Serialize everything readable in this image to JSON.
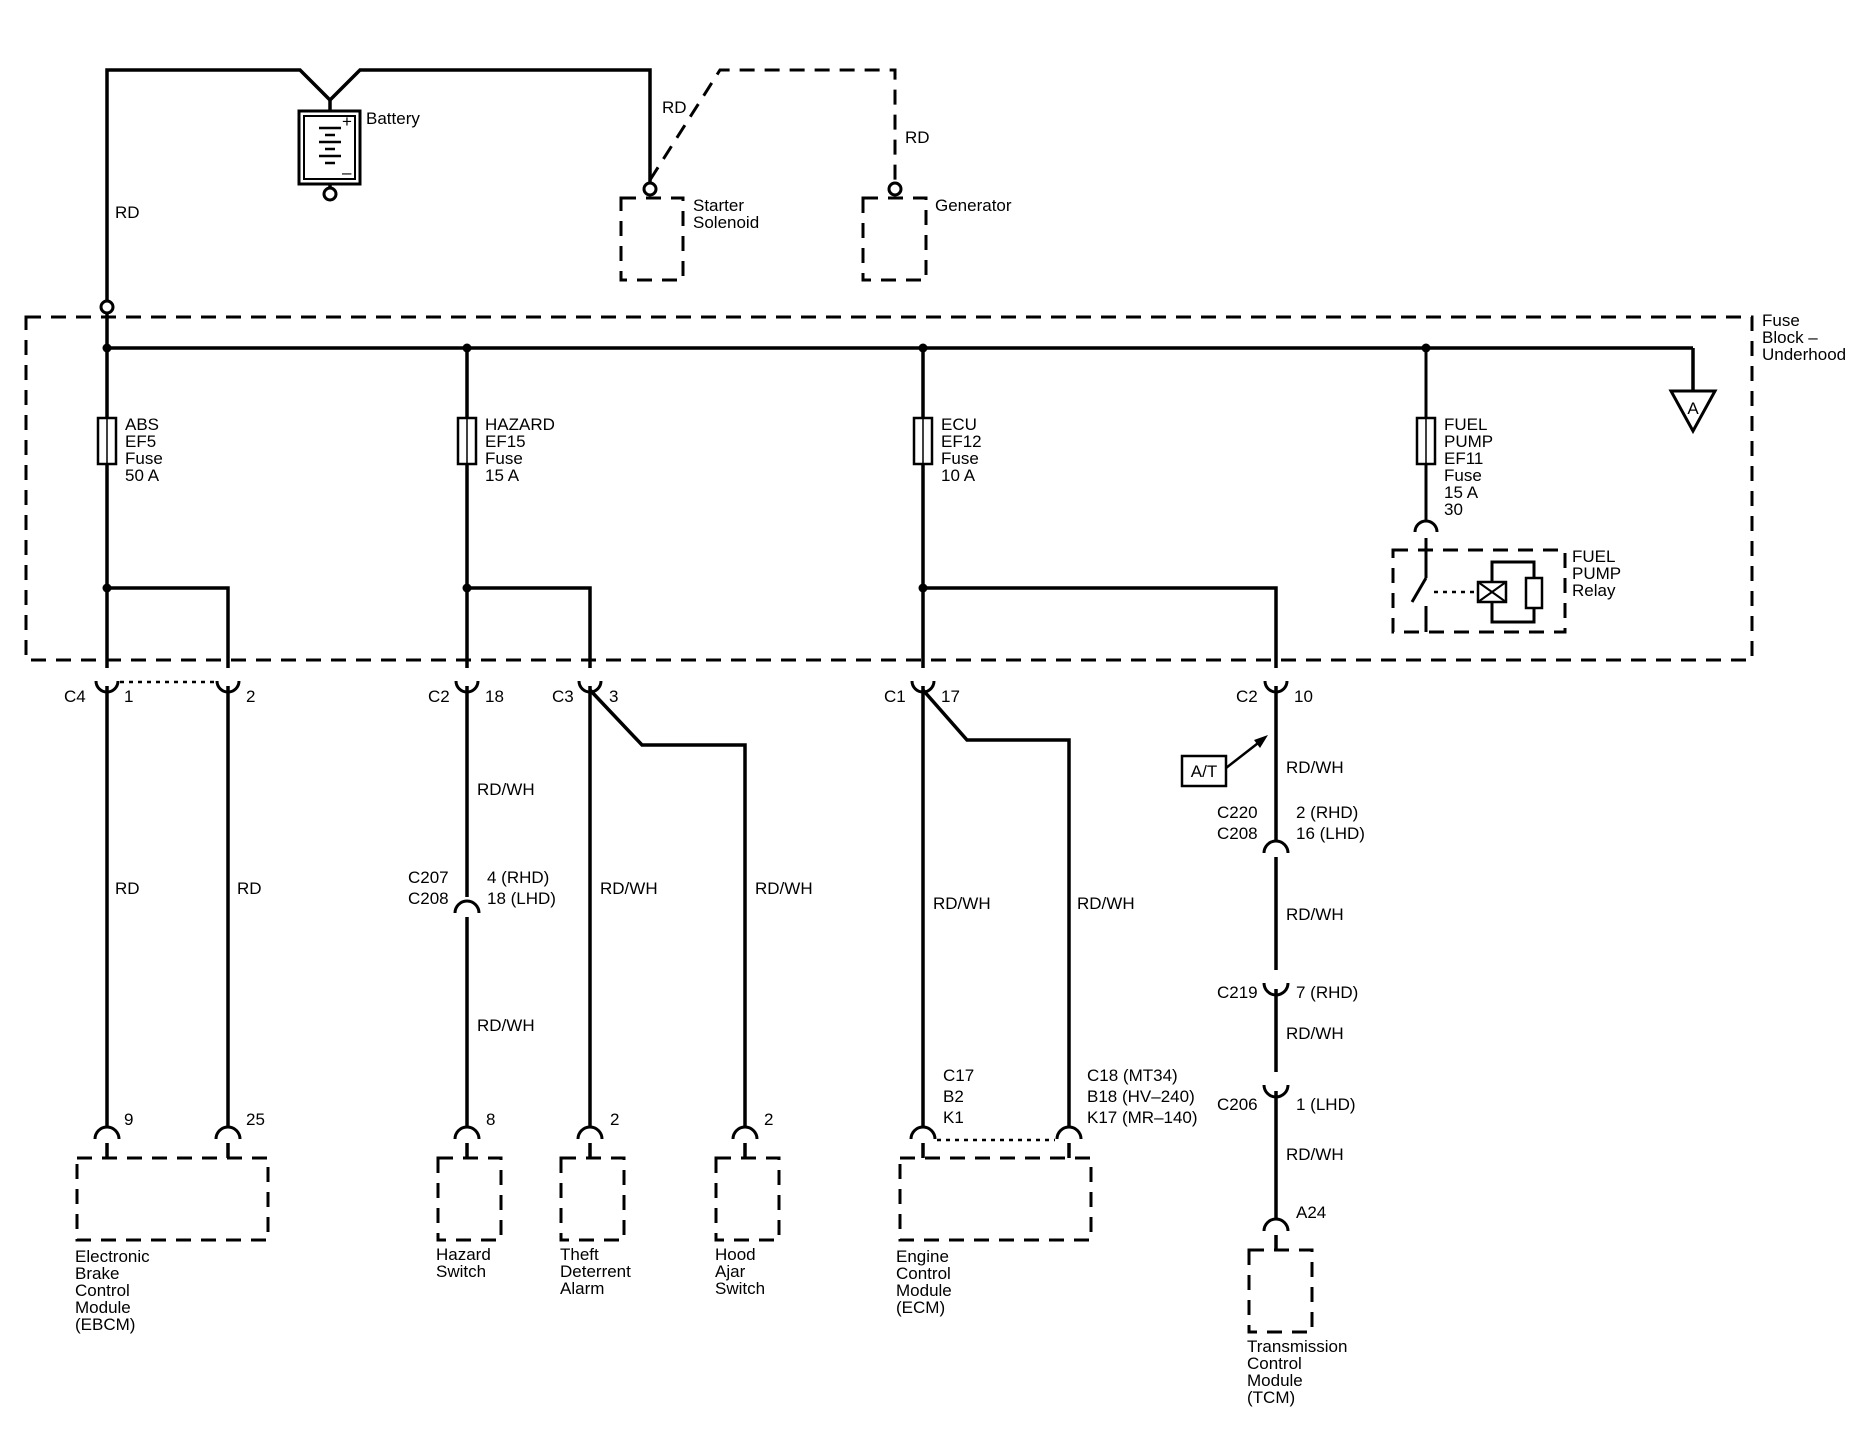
{
  "power": {
    "battery": "Battery",
    "battery_plus": "+",
    "battery_minus": "–",
    "starter_solenoid": [
      "Starter",
      "Solenoid"
    ],
    "generator": "Generator",
    "wire_feed": "RD",
    "wire_starter": "RD",
    "wire_generator": "RD"
  },
  "fuse_block": {
    "title": [
      "Fuse",
      "Block –",
      "Underhood"
    ],
    "ground_ref": "A",
    "fuses": [
      {
        "lines": [
          "ABS",
          "EF5",
          "Fuse",
          "50 A"
        ]
      },
      {
        "lines": [
          "HAZARD",
          "EF15",
          "Fuse",
          "15 A"
        ]
      },
      {
        "lines": [
          "ECU",
          "EF12",
          "Fuse",
          "10 A"
        ]
      },
      {
        "lines": [
          "FUEL",
          "PUMP",
          "EF11",
          "Fuse",
          "15 A",
          "30"
        ]
      }
    ],
    "relay": [
      "FUEL",
      "PUMP",
      "Relay"
    ]
  },
  "connectors": {
    "c4": "C4",
    "c4_pin1": "1",
    "c4_pin2": "2",
    "c2": "C2",
    "c2_pin": "18",
    "c3": "C3",
    "c3_pin": "3",
    "c1": "C1",
    "c1_pin": "17",
    "c2b": "C2",
    "c2b_pin": "10"
  },
  "ebcm": {
    "wire_left": "RD",
    "wire_right": "RD",
    "pin_left": "9",
    "pin_right": "25",
    "name": [
      "Electronic",
      "Brake",
      "Control",
      "Module",
      "(EBCM)"
    ]
  },
  "hazard": {
    "wire_top": "RD/WH",
    "inline_conn": [
      "C207",
      "C208"
    ],
    "inline_pins": [
      "4 (RHD)",
      "18 (LHD)"
    ],
    "wire_bottom": "RD/WH",
    "pin": "8",
    "name": [
      "Hazard",
      "Switch"
    ]
  },
  "theft": {
    "wire": "RD/WH",
    "pin": "2",
    "name": [
      "Theft",
      "Deterrent",
      "Alarm"
    ]
  },
  "hood": {
    "wire": "RD/WH",
    "pin": "2",
    "name": [
      "Hood",
      "Ajar",
      "Switch"
    ]
  },
  "ecm": {
    "wire_left": "RD/WH",
    "wire_right": "RD/WH",
    "pins_left": [
      "C17",
      "B2",
      "K1"
    ],
    "pins_right": [
      "C18 (MT34)",
      "B18 (HV–240)",
      "K17 (MR–140)"
    ],
    "name": [
      "Engine",
      "Control",
      "Module",
      "(ECM)"
    ]
  },
  "tcm": {
    "option": "A/T",
    "wire1": "RD/WH",
    "conn1": [
      "C220",
      "C208"
    ],
    "conn1_pins": [
      "2 (RHD)",
      "16 (LHD)"
    ],
    "wire2": "RD/WH",
    "conn2": "C219",
    "conn2_pin": "7 (RHD)",
    "wire3": "RD/WH",
    "conn3": "C206",
    "conn3_pin": "1 (LHD)",
    "wire4": "RD/WH",
    "pin": "A24",
    "name": [
      "Transmission",
      "Control",
      "Module",
      "(TCM)"
    ]
  }
}
